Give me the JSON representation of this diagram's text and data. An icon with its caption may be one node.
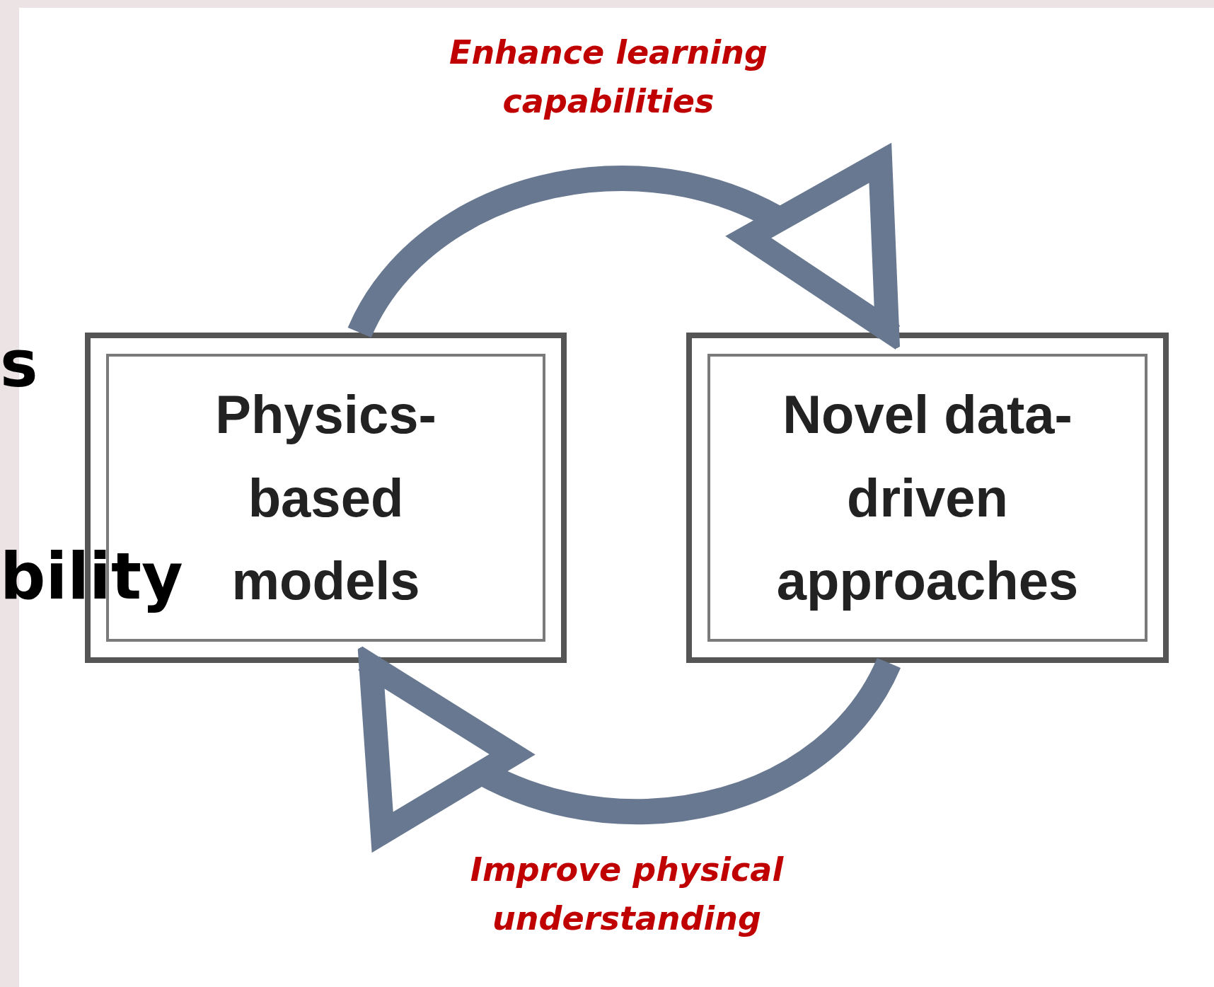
{
  "diagram": {
    "nodes": [
      {
        "text": [
          "Physics-based models"
        ]
      },
      {
        "text": [
          "Novel data-driven approaches"
        ]
      }
    ],
    "edges": [
      {
        "from": 0,
        "to": 1,
        "arrow": "to",
        "label": "Enhance learning capabilities"
      },
      {
        "from": 1,
        "to": 0,
        "arrow": "to",
        "label": "Improve physical understanding"
      }
    ],
    "labels": [
      "s",
      "bility"
    ]
  }
}
